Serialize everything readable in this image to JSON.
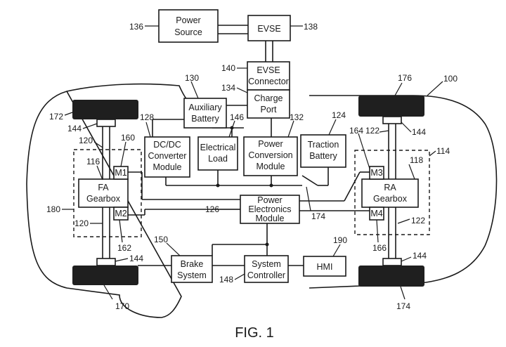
{
  "blocks": {
    "power_source": {
      "line1": "Power",
      "line2": "Source",
      "ref": "136"
    },
    "evse": {
      "line1": "EVSE",
      "ref": "138"
    },
    "evse_connector": {
      "line1": "EVSE",
      "line2": "Connector",
      "ref": "140"
    },
    "charge_port": {
      "line1": "Charge",
      "line2": "Port",
      "ref": "134"
    },
    "auxiliary_battery": {
      "line1": "Auxiliary",
      "line2": "Battery",
      "ref": "130"
    },
    "dcdc_converter": {
      "line1": "DC/DC",
      "line2": "Converter",
      "line3": "Module",
      "ref": "128"
    },
    "electrical_load": {
      "line1": "Electrical",
      "line2": "Load",
      "ref": "146"
    },
    "power_conversion": {
      "line1": "Power",
      "line2": "Conversion",
      "line3": "Module",
      "ref": "132"
    },
    "traction_battery": {
      "line1": "Traction",
      "line2": "Battery",
      "ref": "124"
    },
    "power_electronics": {
      "line1": "Power",
      "line2": "Electronics",
      "line3": "Module",
      "ref": "126"
    },
    "fa_gearbox": {
      "line1": "FA",
      "line2": "Gearbox",
      "ref": "116"
    },
    "ra_gearbox": {
      "line1": "RA",
      "line2": "Gearbox",
      "ref": "118"
    },
    "m1": {
      "label": "M1",
      "ref": "160"
    },
    "m2": {
      "label": "M2",
      "ref": "162"
    },
    "m3": {
      "label": "M3",
      "ref": "164"
    },
    "m4": {
      "label": "M4",
      "ref": "166"
    },
    "brake_system": {
      "line1": "Brake",
      "line2": "System",
      "ref": "150"
    },
    "system_controller": {
      "line1": "System",
      "line2": "Controller",
      "ref": "148"
    },
    "hmi": {
      "label": "HMI",
      "ref": "190"
    }
  },
  "refs": {
    "vehicle": "100",
    "front_axle_assembly": "180",
    "rear_axle_assembly": "114",
    "front_shaft_top": "120",
    "front_shaft_bottom": "120",
    "rear_shaft_top": "122",
    "rear_shaft_bottom": "122",
    "hub_fl": "144",
    "hub_fr": "144",
    "hub_rl": "144",
    "hub_rr": "144",
    "tire_fl": "172",
    "tire_fr": "170",
    "tire_rl": "176",
    "tire_rr": "174",
    "power_link": "174"
  },
  "figure_caption": "FIG. 1"
}
